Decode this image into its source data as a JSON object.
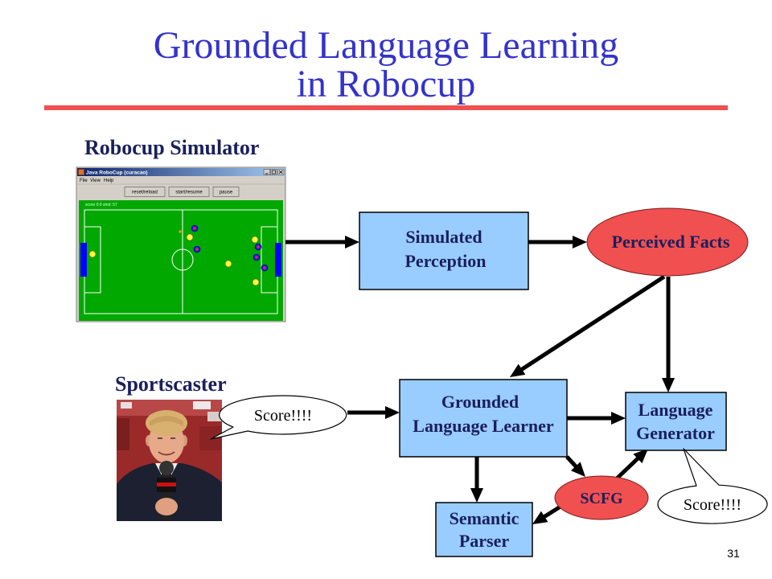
{
  "slide": {
    "title_line1": "Grounded Language Learning",
    "title_line2": "in Robocup",
    "page_number": "31"
  },
  "labels": {
    "simulator": "Robocup Simulator",
    "sportscaster": "Sportscaster"
  },
  "simulator_window": {
    "title": "Java RoboCup (curacao)",
    "menu": [
      "File",
      "View",
      "Help"
    ],
    "buttons": [
      "reset/reload",
      "start/resume",
      "pause"
    ],
    "status": "score 0:0 shot: 57"
  },
  "nodes": {
    "simulated_perception": [
      "Simulated",
      "Perception"
    ],
    "perceived_facts": "Perceived Facts",
    "grounded_language_learner": [
      "Grounded",
      "Language Learner"
    ],
    "language_generator": [
      "Language",
      "Generator"
    ],
    "semantic_parser": [
      "Semantic",
      "Parser"
    ],
    "scfg": "SCFG"
  },
  "speech": {
    "sportscaster_says": "Score!!!!",
    "generator_says": "Score!!!!"
  },
  "icons": [
    "java-icon",
    "minimize-icon",
    "maximize-icon",
    "close-icon"
  ],
  "colors": {
    "title": "#3333cc",
    "rule": "#f05050",
    "label": "#1a1f5c",
    "box": "#99ccff",
    "oval": "#f05050",
    "field": "#00a800",
    "goal": "#0000ff"
  }
}
